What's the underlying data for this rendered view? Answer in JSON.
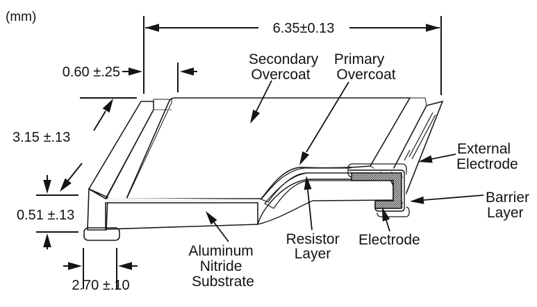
{
  "units_label": "(mm)",
  "dimensions": {
    "length": "6.35±0.13",
    "top_band_width": "0.60 ±.25",
    "chip_width": "3.15 ±.13",
    "substrate_thickness": "0.51 ±.13",
    "bottom_termination_width": "2.70 ±.10"
  },
  "labels": {
    "secondary_overcoat": [
      "Secondary",
      "Overcoat"
    ],
    "primary_overcoat": [
      "Primary",
      "Overcoat"
    ],
    "external_electrode": [
      "External",
      "Electrode"
    ],
    "barrier_layer": [
      "Barrier",
      "Layer"
    ],
    "electrode": "Electrode",
    "resistor_layer": [
      "Resistor",
      "Layer"
    ],
    "substrate": [
      "Aluminum",
      "Nitride",
      "Substrate"
    ]
  },
  "colors": {
    "secondary_overcoat_face": "#8b8b8b",
    "external_electrode_band": "#d8d8d8",
    "electrode_front_face": "#e4e4e4",
    "substrate_face": "#efefef",
    "overcoat_end_tab": "#828282",
    "outline": "#1a1a1a",
    "text": "#121215"
  }
}
